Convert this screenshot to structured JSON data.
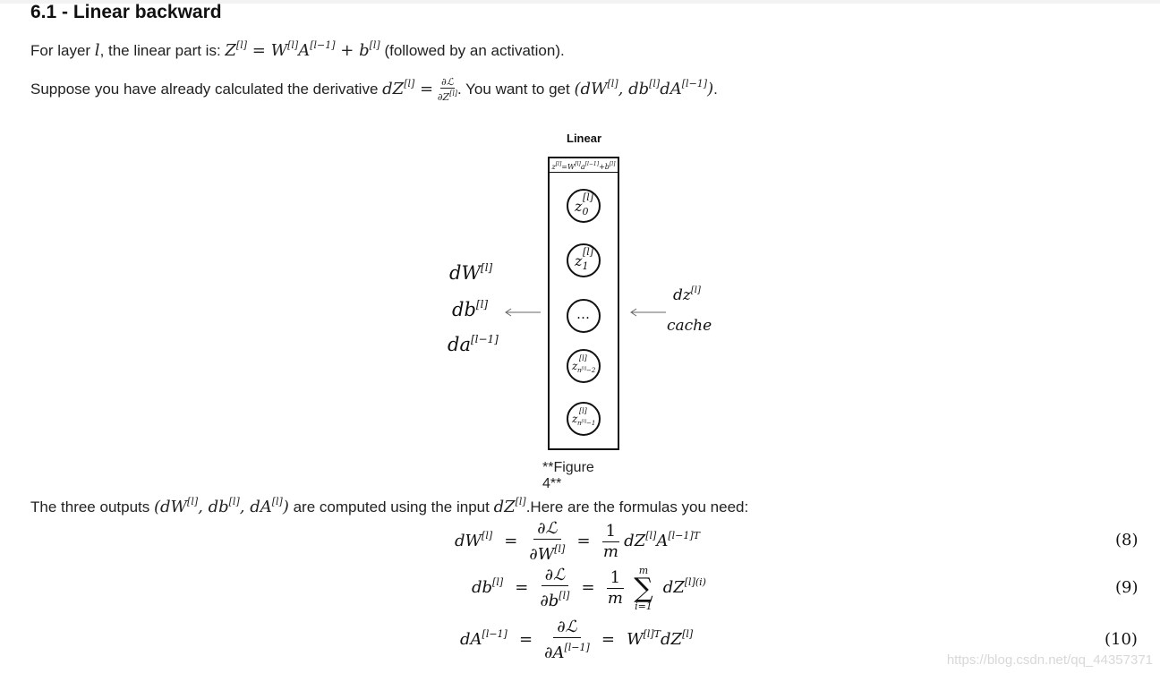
{
  "heading": "6.1 - Linear backward",
  "para1": {
    "pre": "For layer ",
    "var_l": "l",
    "mid": ", the linear part is: ",
    "formula": "Z[l] = W[l] A[l−1] + b[l]",
    "post": " (followed by an activation)."
  },
  "para2": {
    "pre": "Suppose you have already calculated the derivative ",
    "formula_lhs": "dZ[l] =",
    "frac_num": "∂ℒ",
    "frac_den": "∂Z[l]",
    "mid": ". You want to get ",
    "formula_tuple": "(dW[l], db[l] dA[l−1])",
    "post": "."
  },
  "figure": {
    "title": "Linear",
    "top_formula": "z[l] = W[l] a[l−1] + b[l]",
    "left_labels": [
      "dW[l]",
      "db[l]",
      "da[l−1]"
    ],
    "right_labels": [
      "dz[l]",
      "cache"
    ],
    "nodes": [
      "z0[l]",
      "z1[l]",
      "…",
      "z n[l]−2",
      "z n[l]−1"
    ],
    "caption": "**Figure 4**"
  },
  "para3": {
    "pre": "The three outputs ",
    "formula_tuple": "(dW[l], db[l], dA[l])",
    "mid": " are computed using the input ",
    "formula_input": "dZ[l]",
    "post": ".Here are the formulas you need:"
  },
  "equations": [
    {
      "number": "(8)",
      "text": "dW[l] = ∂ℒ/∂W[l] = 1/m dZ[l] A[l−1]T"
    },
    {
      "number": "(9)",
      "text": "db[l] = ∂ℒ/∂b[l] = 1/m Σ i=1..m dZ[l](i)"
    },
    {
      "number": "(10)",
      "text": "dA[l−1] = ∂ℒ/∂A[l−1] = W[l]T dZ[l]"
    }
  ],
  "watermark": "https://blog.csdn.net/qq_44357371"
}
